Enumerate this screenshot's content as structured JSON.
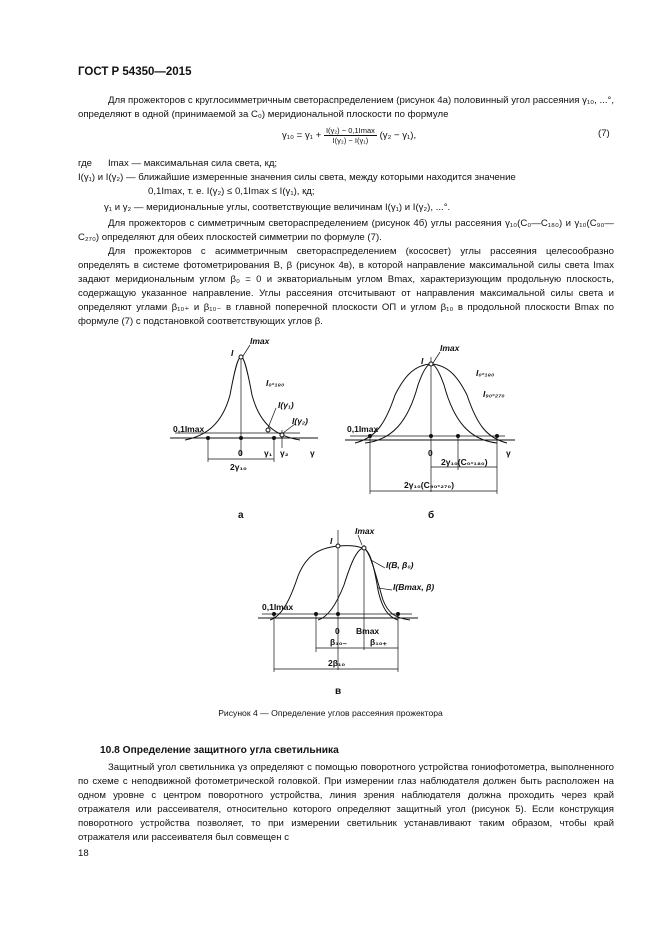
{
  "header": "ГОСТ Р 54350—2015",
  "para1": "Для прожекторов с круглосимметричным светораспределением (рисунок 4а) половинный угол рассеяния γ₁₀, ...°, определяют в одной (принимаемой за C₀) меридиональной плоскости по формуле",
  "formula": {
    "lhs": "γ₁₀ = γ₁ +",
    "num": "I(γ₂) − 0,1Imax",
    "den": "I(γ₂) − I(γ₁)",
    "rhs": "(γ₂ − γ₁),",
    "number": "(7)"
  },
  "where": {
    "intro": "где",
    "l1": "Imax — максимальная сила света, кд;",
    "l2": "I(γ₁) и I(γ₂) — ближайшие измеренные значения силы света, между которыми находится значение",
    "l3": "0,1Imax, т. е. I(γ₂) ≤ 0,1Imax ≤ I(γ₁), кд;",
    "l4": "γ₁ и γ₂ — меридиональные углы, соответствующие величинам I(γ₁) и I(γ₂), ...°."
  },
  "para2": "Для прожекторов с симметричным светораспределением (рисунок 4б) углы рассеяния γ₁₀(C₀—C₁₈₀) и γ₁₀(C₉₀—C₂₇₀) определяют для обеих плоскостей симметрии по формуле (7).",
  "para3": "Для прожекторов с асимметричным светораспределением (кососвет) углы рассеяния целесообразно определять в системе фотометрирования B, β (рисунок 4в), в которой направление максимальной силы света Imax задают меридиональным углом β₀ = 0 и экваториальным углом Bmax, характеризующим продольную плоскость, содержащую указанное направление. Углы рассеяния отсчитывают от направления максимальной силы света и определяют углами β₁₀₊ и β₁₀₋ в главной поперечной плоскости ОП и углом β₁₀ в продольной плоскости Bmax по формуле (7) с подстановкой соответствующих углов β.",
  "fig_a": {
    "I": "I",
    "Imax": "Imax",
    "curve": "I₀-₁₈₀",
    "Ig1": "I(γ₁)",
    "Ig2": "I(γ₂)",
    "level": "0,1Imax",
    "zero": "0",
    "g1": "γ₁",
    "g2": "γ₂",
    "g": "γ",
    "width": "2γ₁₀",
    "letter": "а"
  },
  "fig_b": {
    "I": "I",
    "Imax": "Imax",
    "c1": "I₀-₁₈₀",
    "c2": "I₉₀-₂₇₀",
    "level": "0,1Imax",
    "zero": "0",
    "g": "γ",
    "w1": "2γ₁₀(C₀-₁₈₀)",
    "w2": "2γ₁₀(C₉₀-₂₇₀)",
    "letter": "б"
  },
  "fig_c": {
    "I": "I",
    "Imax": "Imax",
    "c1": "I(B, β₀)",
    "c2": "I(Bmax, β)",
    "level": "0,1Imax",
    "zero": "0",
    "bmax": "Bmax",
    "bm": "β₁₀₋",
    "bp": "β₁₀₊",
    "w": "2β₁₀",
    "letter": "в"
  },
  "caption": "Рисунок 4 — Определение углов рассеяния прожектора",
  "section": "10.8 Определение защитного угла светильника",
  "para4": "Защитный угол светильника γз определяют с помощью поворотного устройства гониофотометра, выполненного по схеме с неподвижной фотометрической головкой. При измерении глаз наблюдателя должен быть расположен на одном уровне с центром поворотного устройства, линия зрения наблюдателя должна проходить через край отражателя или рассеивателя, относительно которого определяют защитный угол (рисунок 5). Если конструкция поворотного устройства позволяет, то при измерении светильник устанавливают таким образом, чтобы край отражателя или рассеивателя был совмещен с",
  "page_number": "18"
}
